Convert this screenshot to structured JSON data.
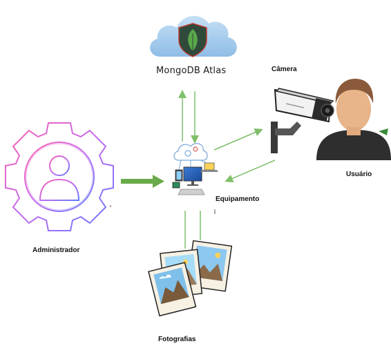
{
  "nodes": {
    "mongodb": {
      "label": "MongoDB Atlas",
      "icon": "mongodb-cloud-icon"
    },
    "camera": {
      "label": "Câmera",
      "icon": "security-camera-icon"
    },
    "user": {
      "label": "Usuário",
      "icon": "user-avatar-icon"
    },
    "admin": {
      "label": "Administrador",
      "icon": "admin-gear-icon"
    },
    "equipment": {
      "label": "Equipamento",
      "icon": "computer-equipment-icon"
    },
    "photos": {
      "label": "Fotografias",
      "icon": "photos-icon"
    }
  },
  "edges": [
    {
      "from": "equipment",
      "to": "mongodb"
    },
    {
      "from": "mongodb",
      "to": "equipment"
    },
    {
      "from": "admin",
      "to": "equipment"
    },
    {
      "from": "equipment",
      "to": "camera"
    },
    {
      "from": "camera",
      "to": "equipment"
    },
    {
      "from": "equipment",
      "to": "photos"
    },
    {
      "from": "photos",
      "to": "equipment"
    }
  ],
  "colors": {
    "arrow": "#7fbf6a",
    "arrow_thick": "#6aaa4a",
    "cloud": "#a9cfee",
    "mongo_shield": "#2f4a3a",
    "mongo_leaf": "#5aa84a",
    "admin_gradient_start": "#ff5fae",
    "admin_gradient_end": "#6a6cff",
    "camera_body": "#f2f2f2",
    "user_skin": "#e8b48a",
    "user_shirt": "#2e2e2e"
  }
}
